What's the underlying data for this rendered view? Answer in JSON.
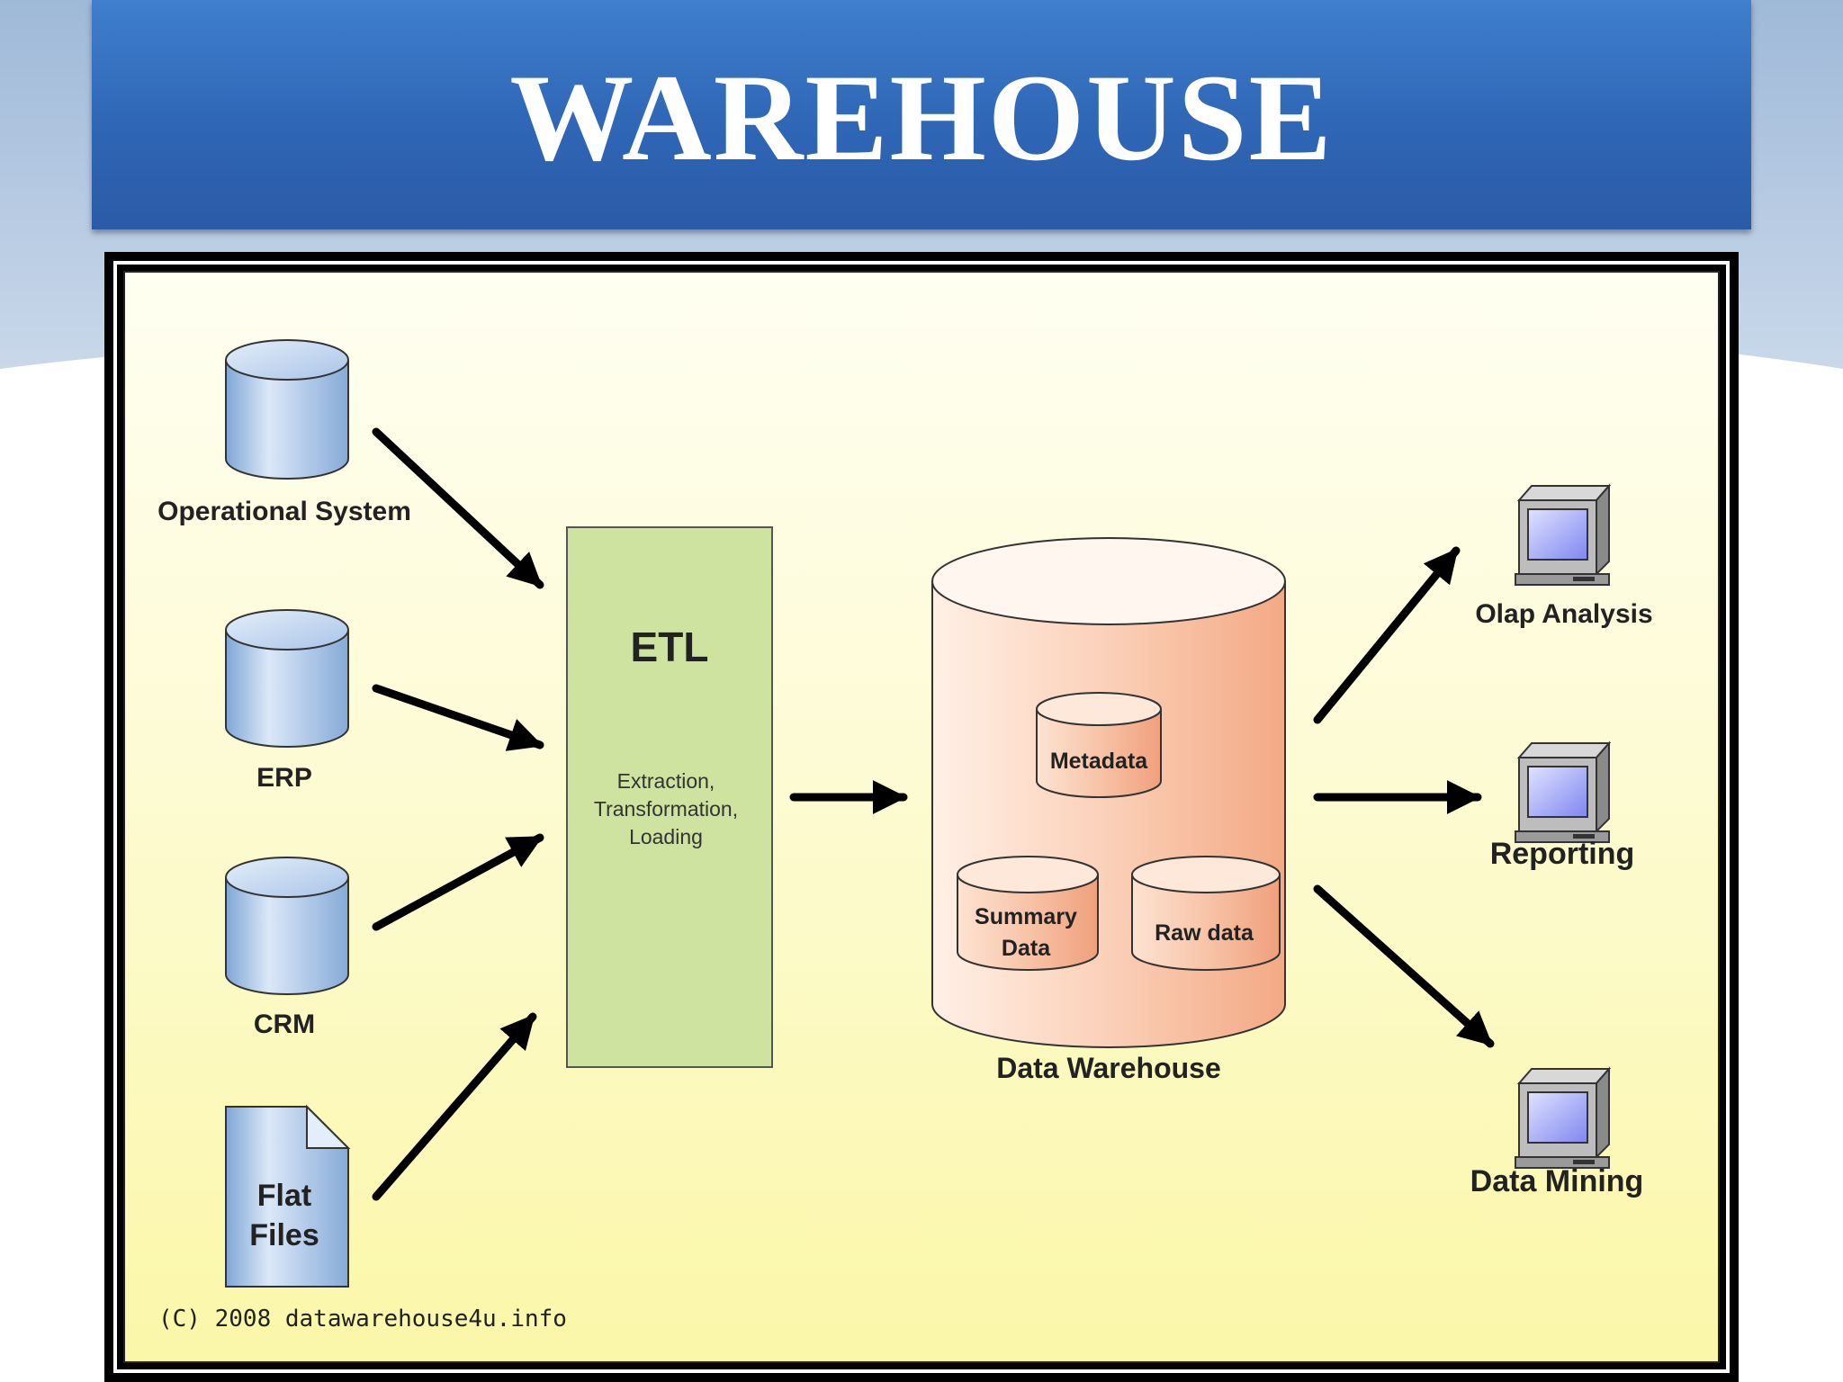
{
  "slide": {
    "title": "WAREHOUSE"
  },
  "sources": {
    "operational": "Operational System",
    "erp": "ERP",
    "crm": "CRM",
    "flat_line1": "Flat",
    "flat_line2": "Files"
  },
  "etl": {
    "title": "ETL",
    "line1": "Extraction,",
    "line2": "Transformation,",
    "line3": "Loading"
  },
  "warehouse": {
    "label": "Data Warehouse",
    "metadata": "Metadata",
    "summary_line1": "Summary",
    "summary_line2": "Data",
    "raw": "Raw data"
  },
  "outputs": {
    "olap": "Olap Analysis",
    "reporting": "Reporting",
    "mining": "Data Mining"
  },
  "credit": "(C) 2008 datawarehouse4u.info",
  "colors": {
    "banner": "#3f7fcd",
    "cylinder_blue": "#a9c4e8",
    "etl_green": "#cfe3a0",
    "warehouse_peach": "#f5b79a",
    "panel_yellow": "#fefbc8"
  }
}
